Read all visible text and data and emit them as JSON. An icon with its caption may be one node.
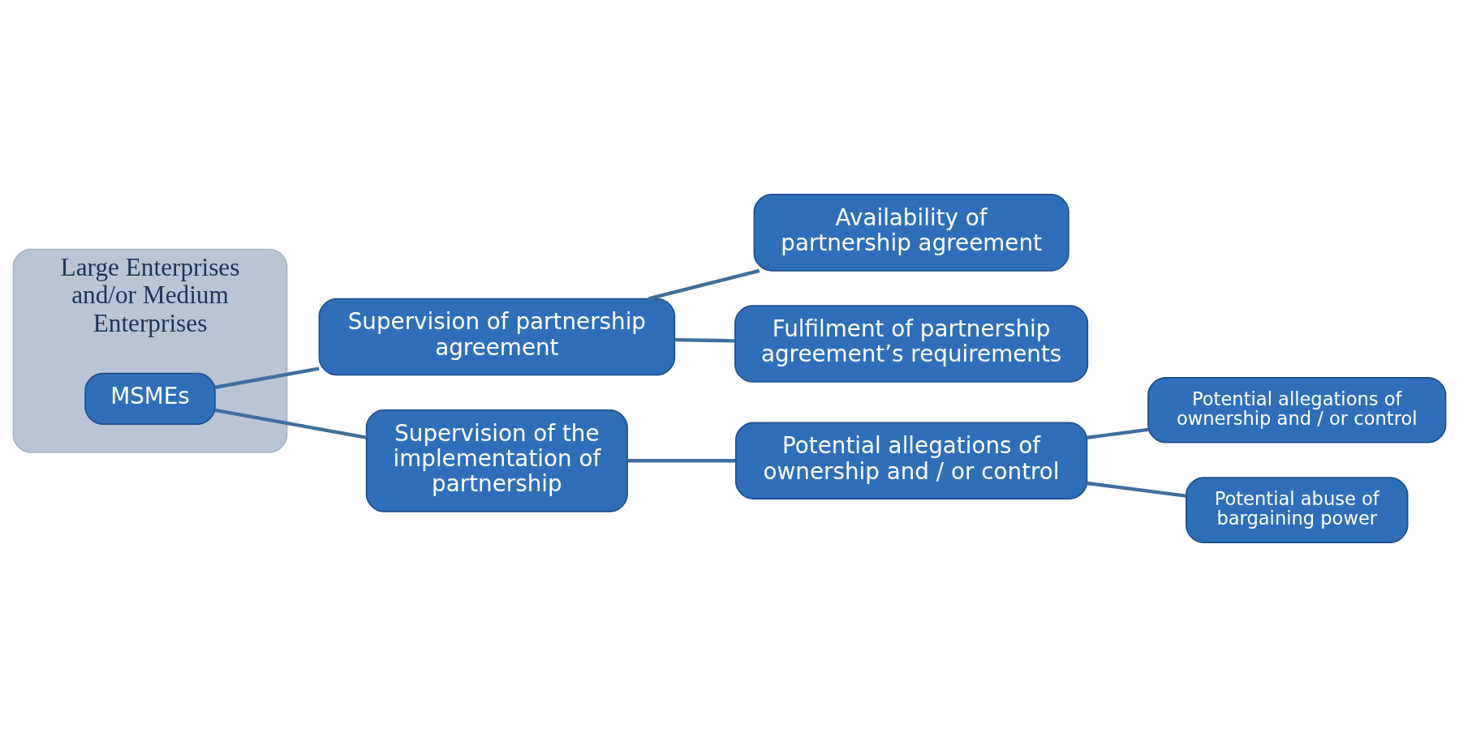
{
  "diagram": {
    "nodes": [
      {
        "text": [
          "Large Enterprises and/or Medium Enterprises"
        ]
      },
      {
        "text": [
          "MSMEs"
        ],
        "in": 0
      },
      {
        "text": [
          "Supervision of partnership agreement"
        ]
      },
      {
        "text": [
          "Supervision of the implementation of partnership"
        ]
      },
      {
        "text": [
          "Availability of partnership agreement"
        ]
      },
      {
        "text": [
          "Fulfilment of partnership agreement’s requirements"
        ]
      },
      {
        "text": [
          "Potential allegations of ownership and / or control"
        ]
      },
      {
        "text": [
          "Potential allegations of ownership and / or control"
        ]
      },
      {
        "text": [
          "Potential abuse of bargaining power"
        ]
      }
    ],
    "edges": [
      {
        "from": 1,
        "to": 2,
        "arrow": "none"
      },
      {
        "from": 1,
        "to": 3,
        "arrow": "none"
      },
      {
        "from": 2,
        "to": 4,
        "arrow": "none"
      },
      {
        "from": 2,
        "to": 5,
        "arrow": "none"
      },
      {
        "from": 3,
        "to": 6,
        "arrow": "none"
      },
      {
        "from": 6,
        "to": 7,
        "arrow": "none"
      },
      {
        "from": 6,
        "to": 8,
        "arrow": "none"
      }
    ]
  }
}
